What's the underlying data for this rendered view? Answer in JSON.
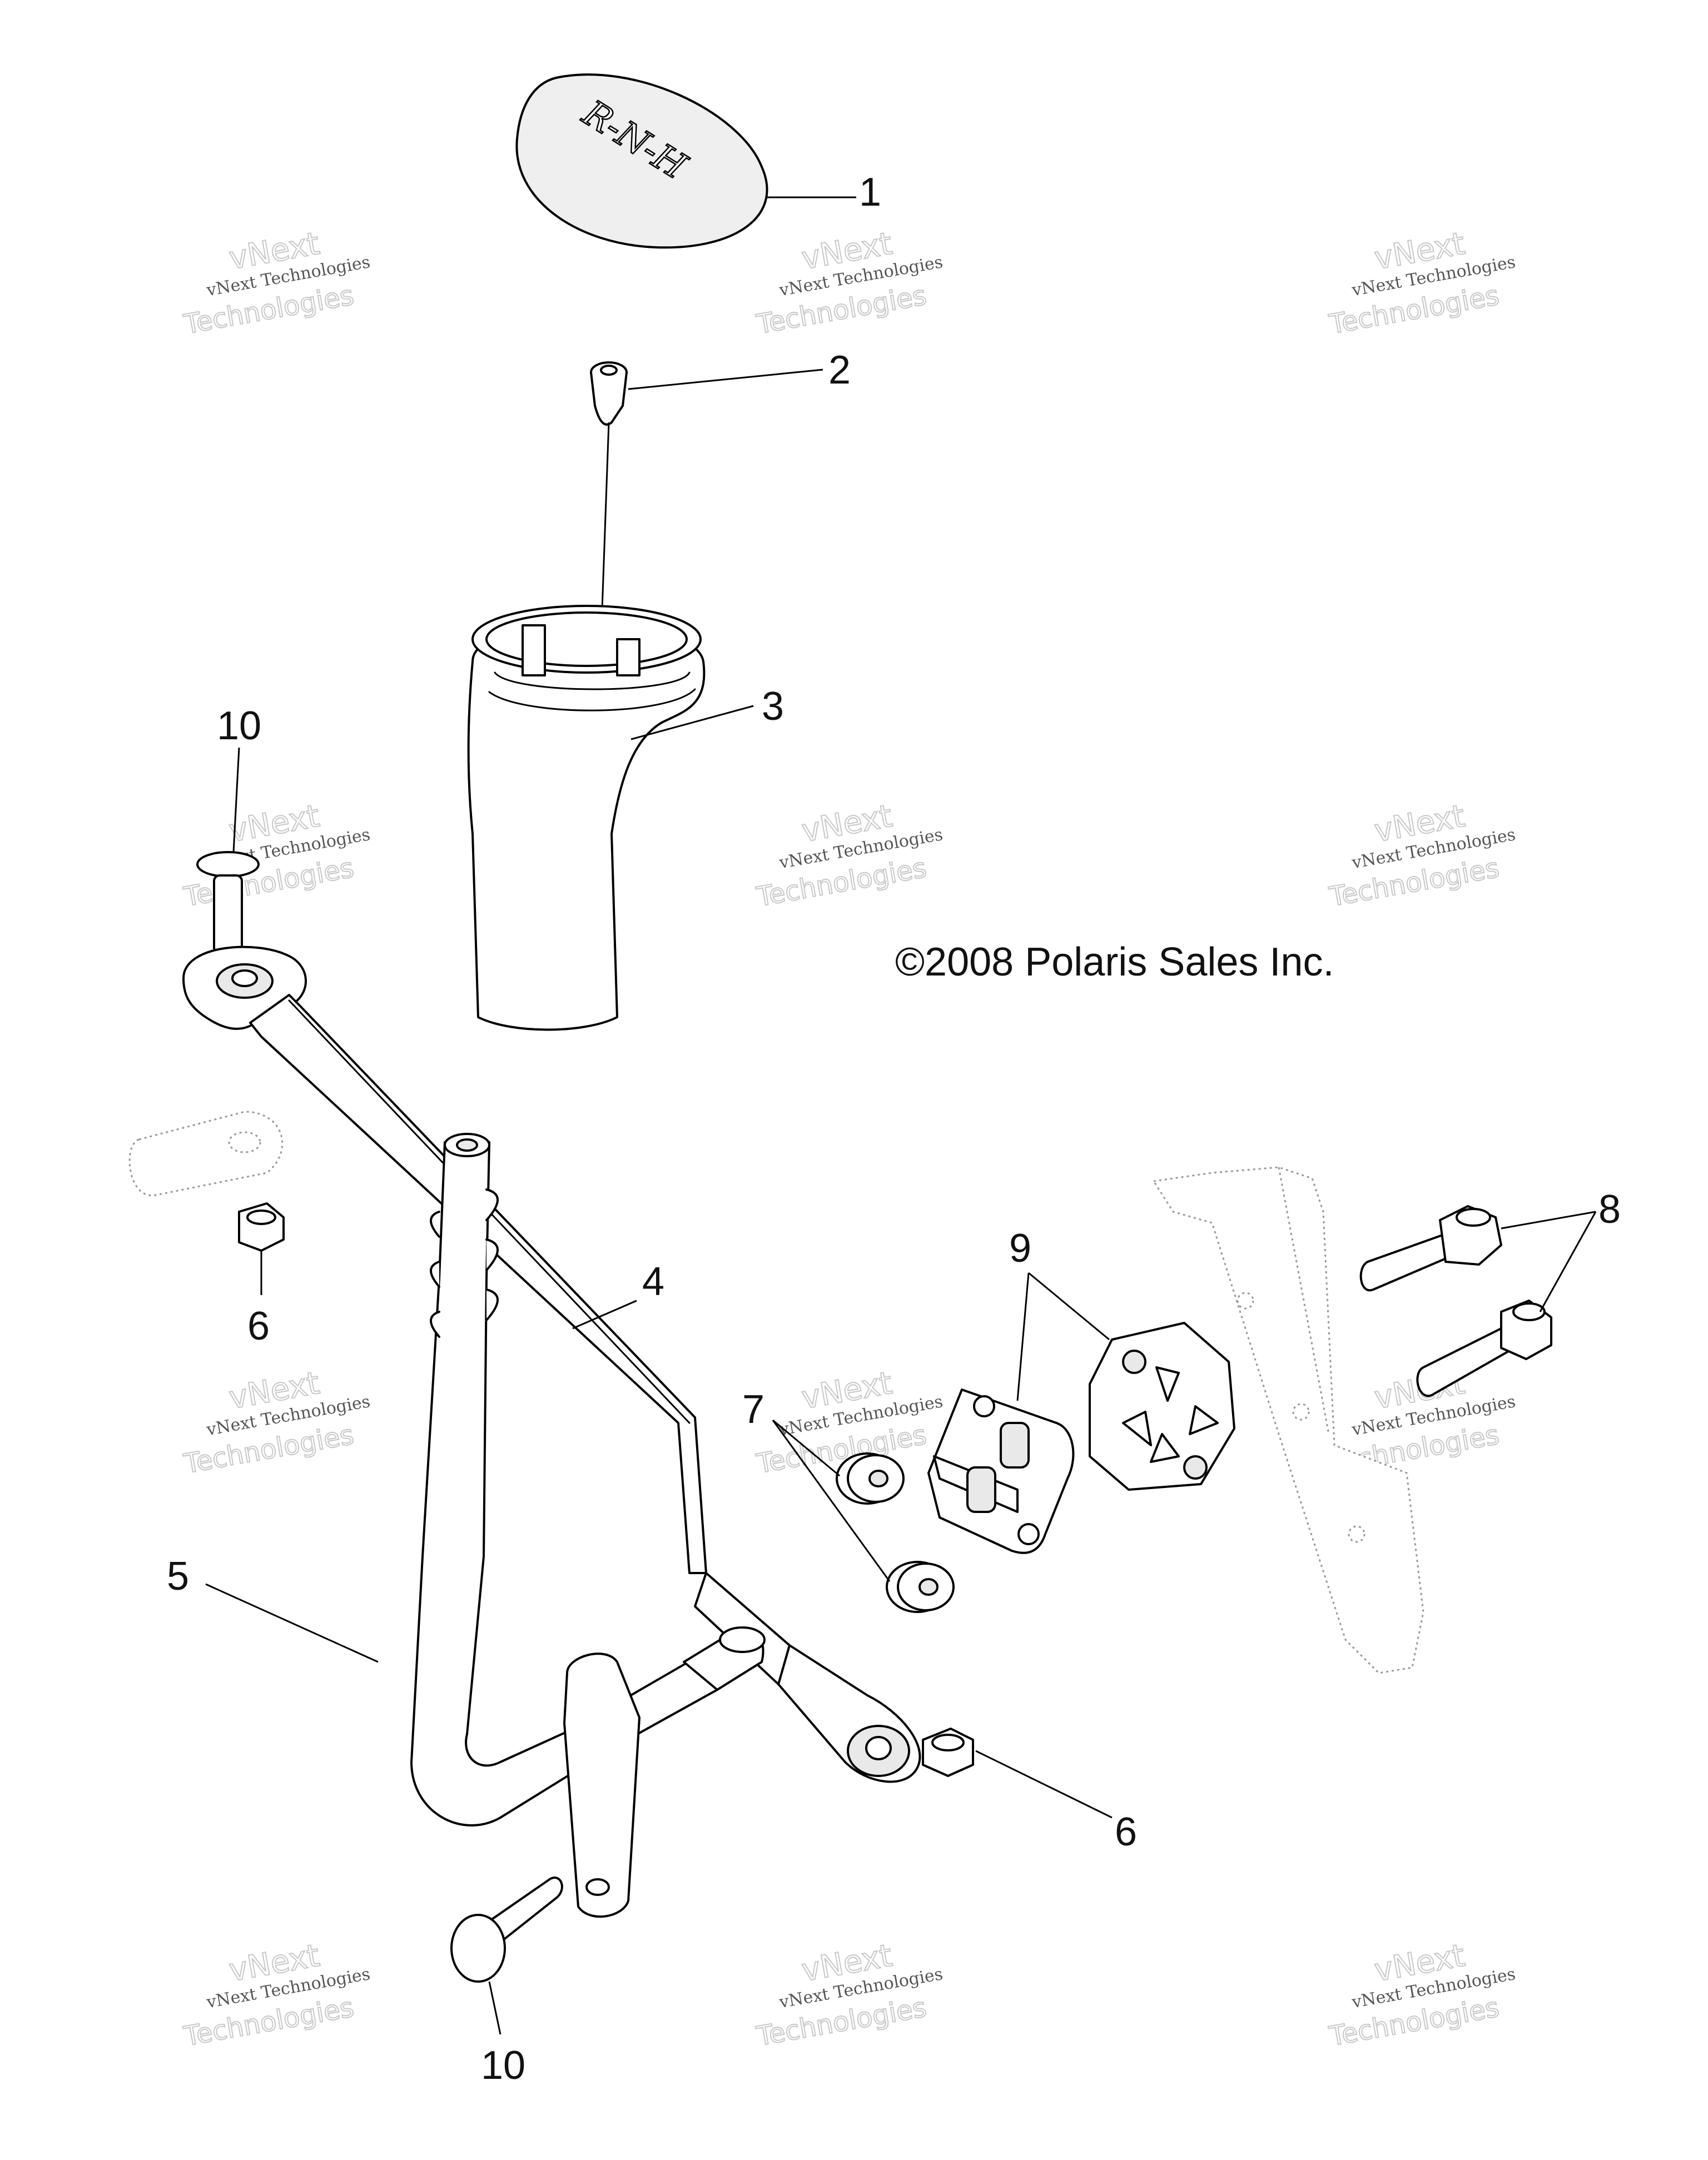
{
  "copyright": "©2008 Polaris Sales Inc.",
  "knob_text": "R-N-H",
  "watermark": {
    "line1": "vNext Technologies",
    "line2": "vNext",
    "line3": "Technologies"
  },
  "callouts": [
    "1",
    "2",
    "3",
    "10",
    "4",
    "9",
    "8",
    "7",
    "6",
    "5",
    "6",
    "10"
  ],
  "parts": [
    {
      "id": "1",
      "name": "shift knob"
    },
    {
      "id": "2",
      "name": "screw"
    },
    {
      "id": "3",
      "name": "shift boot / handle"
    },
    {
      "id": "4",
      "name": "shift linkage rod"
    },
    {
      "id": "5",
      "name": "shift lever"
    },
    {
      "id": "6",
      "name": "lock nut"
    },
    {
      "id": "7",
      "name": "bushing"
    },
    {
      "id": "8",
      "name": "bolt"
    },
    {
      "id": "9",
      "name": "mount bracket"
    },
    {
      "id": "10",
      "name": "pin"
    }
  ]
}
